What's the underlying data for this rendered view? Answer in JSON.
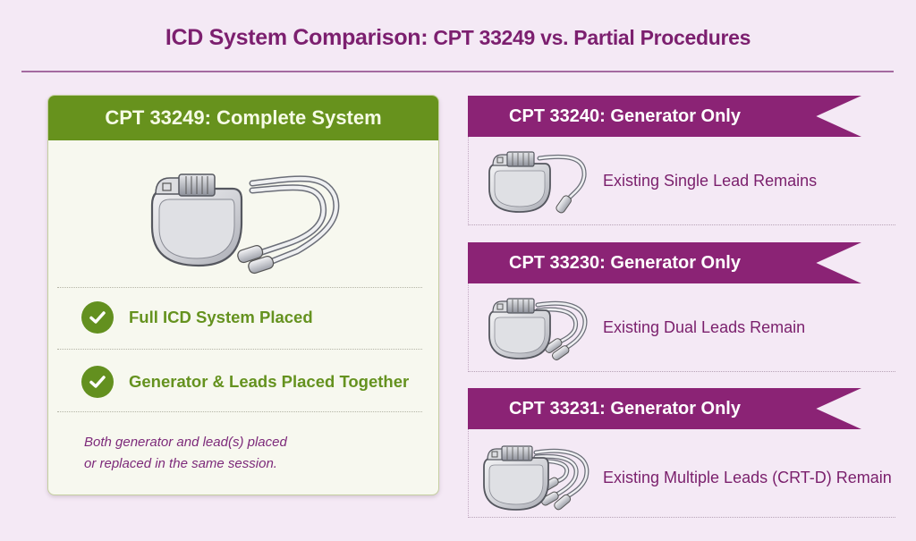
{
  "header": {
    "title_main": "ICD System Comparison:",
    "title_sub": " CPT 33249 vs. Partial Procedures"
  },
  "colors": {
    "purple_accent": "#8b2375",
    "green_accent": "#67921d",
    "background": "#f4e9f5"
  },
  "complete_system": {
    "heading": "CPT 33249: Complete System",
    "device_icon": "icd-device-dual-lead-icon",
    "checks": [
      {
        "icon": "check-circle-icon",
        "label": "Full ICD System Placed"
      },
      {
        "icon": "check-circle-icon",
        "label": "Generator & Leads Placed Together"
      }
    ],
    "note_line1": "Both generator and lead(s) placed",
    "note_line2": "or replaced in the same session."
  },
  "partial_procedures": [
    {
      "heading": "CPT 33240: Generator Only",
      "device_icon": "icd-device-single-lead-icon",
      "description": "Existing Single Lead Remains"
    },
    {
      "heading": "CPT 33230: Generator Only",
      "device_icon": "icd-device-dual-lead-icon",
      "description": "Existing Dual Leads Remain"
    },
    {
      "heading": "CPT 33231: Generator Only",
      "device_icon": "icd-device-multi-lead-icon",
      "description": "Existing Multiple Leads (CRT-D) Remain"
    }
  ]
}
